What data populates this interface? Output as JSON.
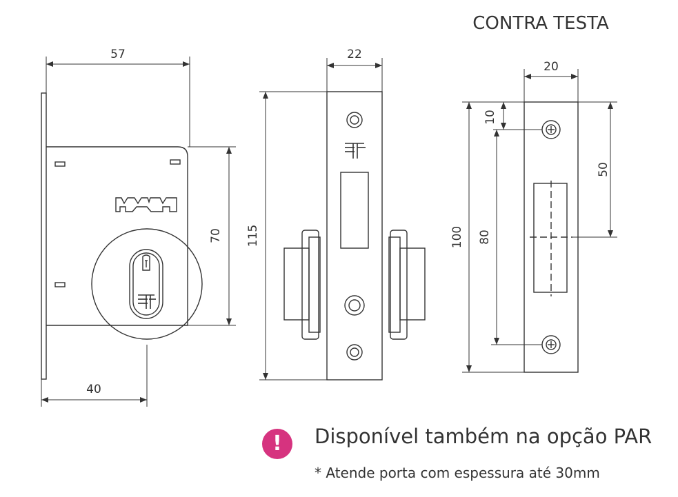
{
  "title": "CONTRA TESTA",
  "dimensions": {
    "body_width": "57",
    "backset": "40",
    "body_height": "70",
    "front_length": "115",
    "front_width": "22",
    "strike_width": "20",
    "strike_top_offset": "10",
    "strike_hole_distance": "50",
    "strike_length": "100",
    "strike_screw_spacing": "80"
  },
  "notice": {
    "icon": "exclamation-icon",
    "icon_symbol": "!",
    "icon_color": "#d6337f",
    "main_text": "Disponível também na opção PAR",
    "footnote": "* Atende porta com espessura até 30mm"
  }
}
